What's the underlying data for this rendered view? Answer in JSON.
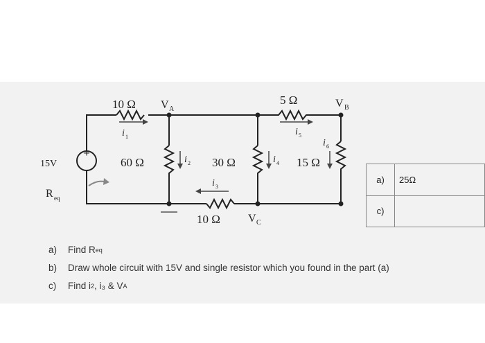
{
  "circuit": {
    "source": "15V",
    "req": "R",
    "req_sub": "eq",
    "resistors": {
      "r1": "10 Ω",
      "r2": "60 Ω",
      "r3": "30 Ω",
      "r4": "5 Ω",
      "r5": "15 Ω",
      "r6": "10 Ω"
    },
    "nodes": {
      "va": "V",
      "va_sub": "A",
      "vb": "V",
      "vb_sub": "B",
      "vc": "V",
      "vc_sub": "C"
    },
    "currents": {
      "base": "i",
      "i1": "1",
      "i2": "2",
      "i3": "3",
      "i4": "4",
      "i5": "5",
      "i6": "6"
    },
    "source_symbol": "+"
  },
  "answers": [
    {
      "label": "a)",
      "value": "25Ω"
    },
    {
      "label": "c)",
      "value": ""
    }
  ],
  "questions": [
    {
      "tag": "a)",
      "text": "Find R",
      "sub": "eq",
      "tail": ""
    },
    {
      "tag": "b)",
      "text": "Draw whole circuit with 15V and single resistor which you found in the part (a)",
      "sub": "",
      "tail": ""
    },
    {
      "tag": "c)",
      "text": "Find i",
      "sub": "2",
      "tail": ", i₃ & V",
      "tail_sub": "A"
    }
  ],
  "colors": {
    "ink": "#222222",
    "paper": "#f1f2f1"
  }
}
